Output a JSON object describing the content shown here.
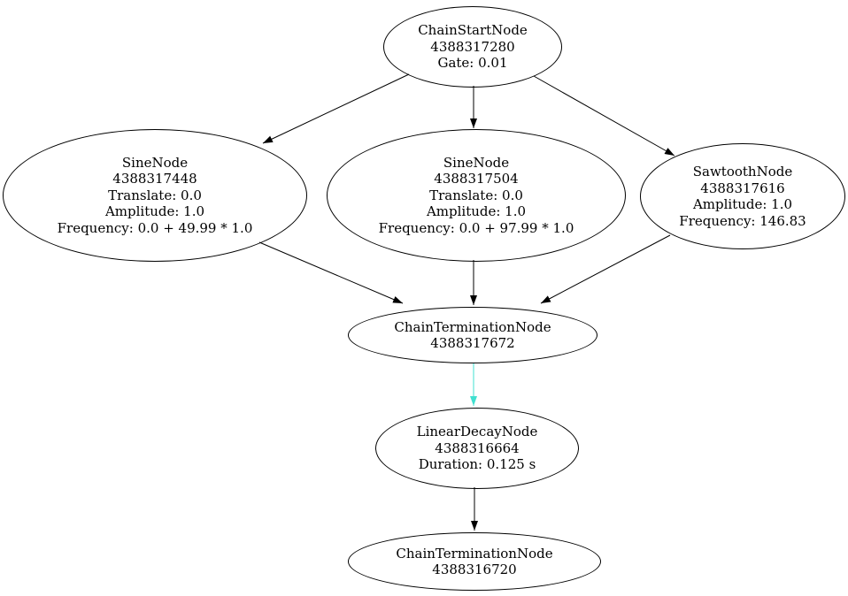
{
  "diagram": {
    "type": "directed-graph",
    "background_color": "#ffffff",
    "colors": {
      "node_stroke": "#000000",
      "text": "#000000",
      "edge": "#000000",
      "highlight_edge": "#40E0D0"
    },
    "nodes": [
      {
        "id": "chain-start-node",
        "lines": [
          "ChainStartNode",
          "4388317280",
          "Gate: 0.01"
        ]
      },
      {
        "id": "sine-node-1",
        "lines": [
          "SineNode",
          "4388317448",
          "Translate: 0.0",
          "Amplitude: 1.0",
          "Frequency: 0.0 + 49.99 * 1.0"
        ]
      },
      {
        "id": "sine-node-2",
        "lines": [
          "SineNode",
          "4388317504",
          "Translate: 0.0",
          "Amplitude: 1.0",
          "Frequency: 0.0 + 97.99 * 1.0"
        ]
      },
      {
        "id": "sawtooth-node",
        "lines": [
          "SawtoothNode",
          "4388317616",
          "Amplitude: 1.0",
          "Frequency: 146.83"
        ]
      },
      {
        "id": "chain-termination-node-1",
        "lines": [
          "ChainTerminationNode",
          "4388317672"
        ]
      },
      {
        "id": "linear-decay-node",
        "lines": [
          "LinearDecayNode",
          "4388316664",
          "Duration: 0.125 s"
        ]
      },
      {
        "id": "chain-termination-node-2",
        "lines": [
          "ChainTerminationNode",
          "4388316720"
        ]
      }
    ],
    "edges": [
      {
        "from": "chain-start-node",
        "to": "sine-node-1",
        "color": "#000000"
      },
      {
        "from": "chain-start-node",
        "to": "sine-node-2",
        "color": "#000000"
      },
      {
        "from": "chain-start-node",
        "to": "sawtooth-node",
        "color": "#000000"
      },
      {
        "from": "sine-node-1",
        "to": "chain-termination-node-1",
        "color": "#000000"
      },
      {
        "from": "sine-node-2",
        "to": "chain-termination-node-1",
        "color": "#000000"
      },
      {
        "from": "sawtooth-node",
        "to": "chain-termination-node-1",
        "color": "#000000"
      },
      {
        "from": "chain-termination-node-1",
        "to": "linear-decay-node",
        "color": "#40E0D0"
      },
      {
        "from": "linear-decay-node",
        "to": "chain-termination-node-2",
        "color": "#000000"
      }
    ]
  }
}
